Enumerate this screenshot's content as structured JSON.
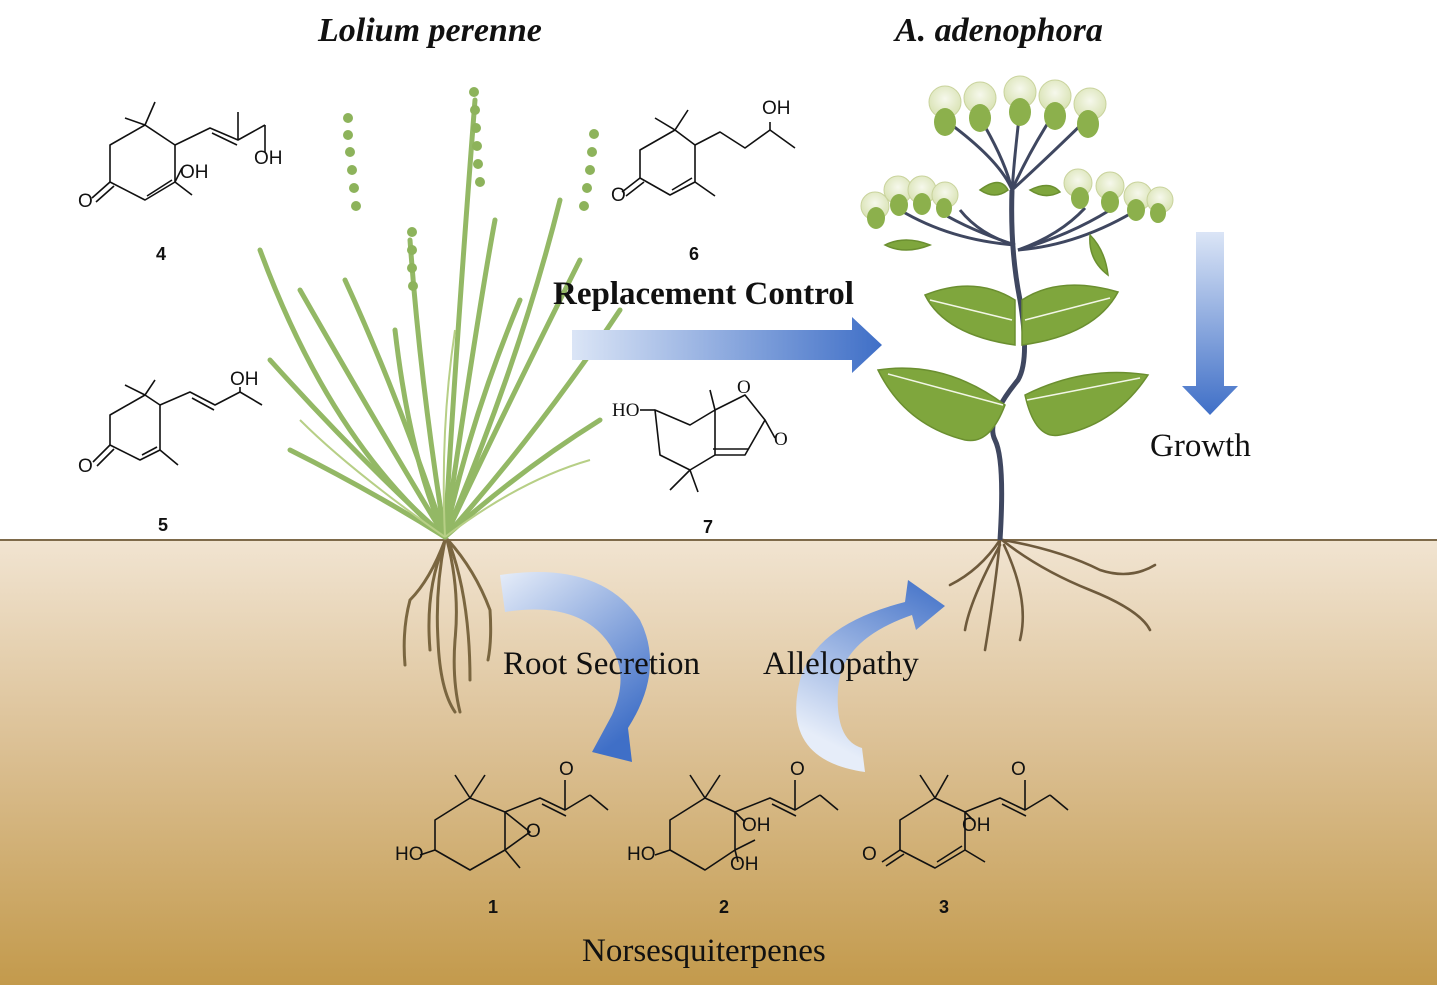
{
  "titles": {
    "left": "Lolium perenne",
    "right": "A. adenophora"
  },
  "processes": {
    "replacement": "Replacement Control",
    "growth": "Growth",
    "root_secretion": "Root Secretion",
    "allelopathy": "Allelopathy"
  },
  "class_label": "Norsesquiterpenes",
  "compounds": [
    {
      "id": "1",
      "groups": [
        "HO",
        "O",
        "O"
      ]
    },
    {
      "id": "2",
      "groups": [
        "HO",
        "OH",
        "OH",
        "O"
      ]
    },
    {
      "id": "3",
      "groups": [
        "O",
        "OH",
        "O"
      ]
    },
    {
      "id": "4",
      "groups": [
        "O",
        "OH",
        "OH"
      ]
    },
    {
      "id": "5",
      "groups": [
        "O",
        "OH"
      ]
    },
    {
      "id": "6",
      "groups": [
        "O",
        "OH"
      ]
    },
    {
      "id": "7",
      "groups": [
        "HO",
        "O",
        "O"
      ]
    }
  ],
  "colors": {
    "soil_top": "#efe1cc",
    "soil_bottom": "#c39a4c",
    "arrow_blue": "#3f6fc7",
    "grass_green": "#8fb35e",
    "leaf_green": "#7fa63d",
    "stem_dark": "#3f4760"
  }
}
